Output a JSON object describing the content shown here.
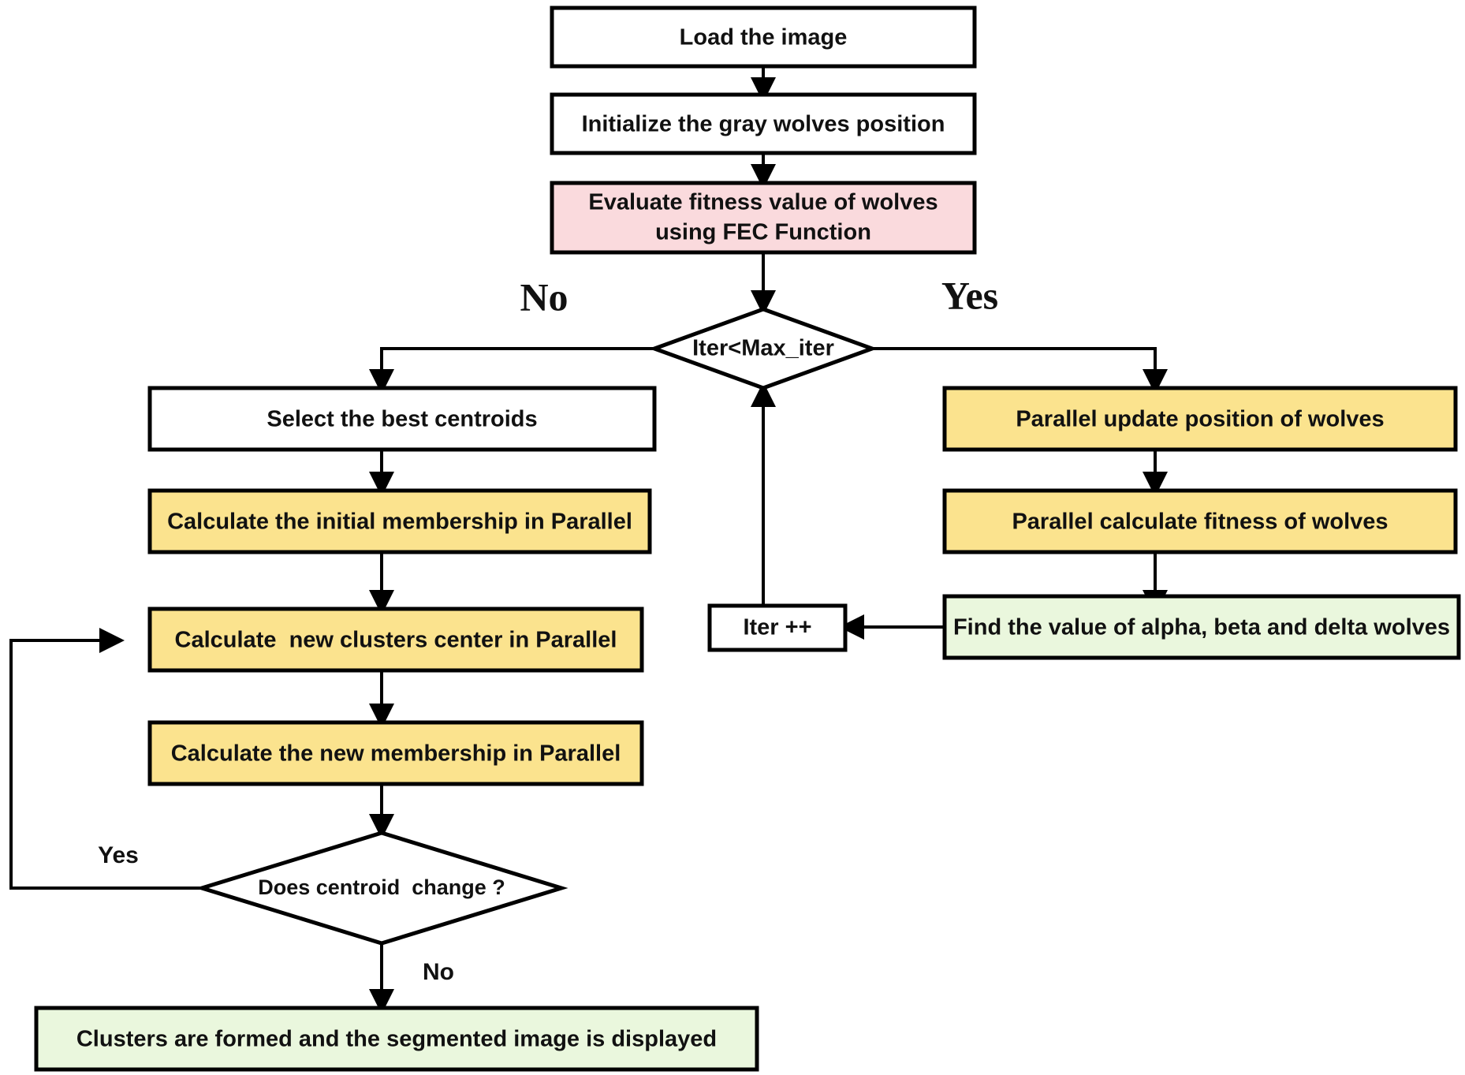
{
  "diagram": {
    "title": "Parallel GWO-FCM image segmentation flowchart",
    "type": "flowchart",
    "colors": {
      "pink": "#fadadd",
      "yellow": "#fbe38e",
      "green": "#eaf7dd",
      "white": "#ffffff",
      "stroke": "#000000",
      "label_serif_color": "#111111"
    },
    "nodes": [
      {
        "id": "load_image",
        "shape": "rectangle",
        "fill": "white",
        "label": "Load the image"
      },
      {
        "id": "init_wolves",
        "shape": "rectangle",
        "fill": "white",
        "label": "Initialize the gray wolves position"
      },
      {
        "id": "evaluate_fitness",
        "shape": "rectangle",
        "fill": "pink",
        "label_line1": "Evaluate fitness value of wolves",
        "label_line2": "using FEC Function"
      },
      {
        "id": "iter_decision",
        "shape": "diamond",
        "fill": "white",
        "label": "Iter<Max_iter"
      },
      {
        "id": "select_centroids",
        "shape": "rectangle",
        "fill": "white",
        "label": "Select the best centroids"
      },
      {
        "id": "initial_membership",
        "shape": "rectangle",
        "fill": "yellow",
        "label": "Calculate the initial membership in Parallel"
      },
      {
        "id": "new_clusters_center",
        "shape": "rectangle",
        "fill": "yellow",
        "label": "Calculate  new clusters center in Parallel"
      },
      {
        "id": "new_membership",
        "shape": "rectangle",
        "fill": "yellow",
        "label": "Calculate the new membership in Parallel"
      },
      {
        "id": "centroid_decision",
        "shape": "diamond",
        "fill": "white",
        "label": "Does centroid  change ?"
      },
      {
        "id": "clusters_formed",
        "shape": "rectangle",
        "fill": "green",
        "label": "Clusters are formed and the segmented image is displayed"
      },
      {
        "id": "parallel_update",
        "shape": "rectangle",
        "fill": "yellow",
        "label": "Parallel update position of wolves"
      },
      {
        "id": "parallel_fitness",
        "shape": "rectangle",
        "fill": "yellow",
        "label": "Parallel calculate fitness of wolves"
      },
      {
        "id": "find_abd",
        "shape": "rectangle",
        "fill": "green",
        "label": "Find the value of alpha, beta and delta wolves"
      },
      {
        "id": "iter_increment",
        "shape": "rectangle",
        "fill": "white",
        "label": "Iter ++"
      }
    ],
    "edge_labels": {
      "iter_no": "No",
      "iter_yes": "Yes",
      "centroid_yes": "Yes",
      "centroid_no": "No"
    }
  }
}
